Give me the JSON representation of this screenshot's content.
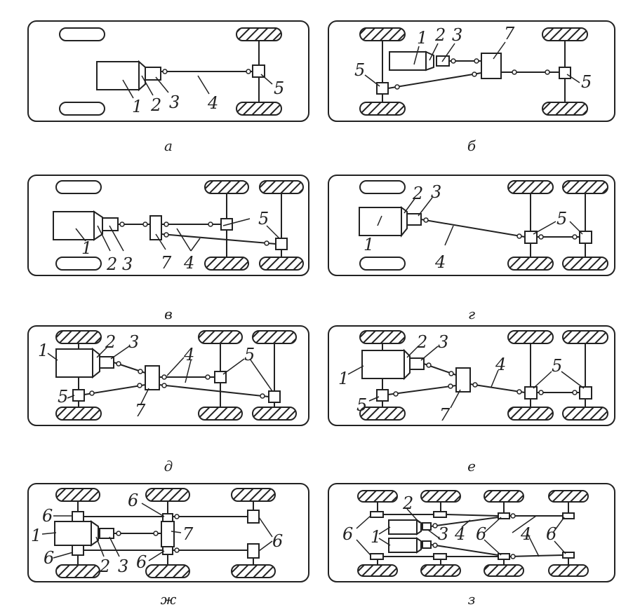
{
  "figure": {
    "caption": "",
    "panels": [
      {
        "letter": "а",
        "labels": [
          "1",
          "2",
          "3",
          "4",
          "5"
        ]
      },
      {
        "letter": "б",
        "labels": [
          "1",
          "2",
          "3",
          "7",
          "5",
          "5"
        ]
      },
      {
        "letter": "в",
        "labels": [
          "1",
          "2",
          "3",
          "7",
          "4",
          "5"
        ]
      },
      {
        "letter": "г",
        "labels": [
          "1",
          "2",
          "3",
          "4",
          "5"
        ]
      },
      {
        "letter": "д",
        "labels": [
          "1",
          "2",
          "3",
          "4",
          "5",
          "5",
          "7"
        ]
      },
      {
        "letter": "е",
        "labels": [
          "1",
          "2",
          "3",
          "4",
          "5",
          "5",
          "7"
        ]
      },
      {
        "letter": "ж",
        "labels": [
          "6",
          "1",
          "6",
          "6",
          "7",
          "2",
          "3",
          "6",
          "6"
        ]
      },
      {
        "letter": "з",
        "labels": [
          "2",
          "6",
          "1",
          "3",
          "4",
          "6",
          "4",
          "6"
        ]
      }
    ]
  },
  "colors": {
    "ink": "#222222",
    "paper": "#ffffff"
  }
}
